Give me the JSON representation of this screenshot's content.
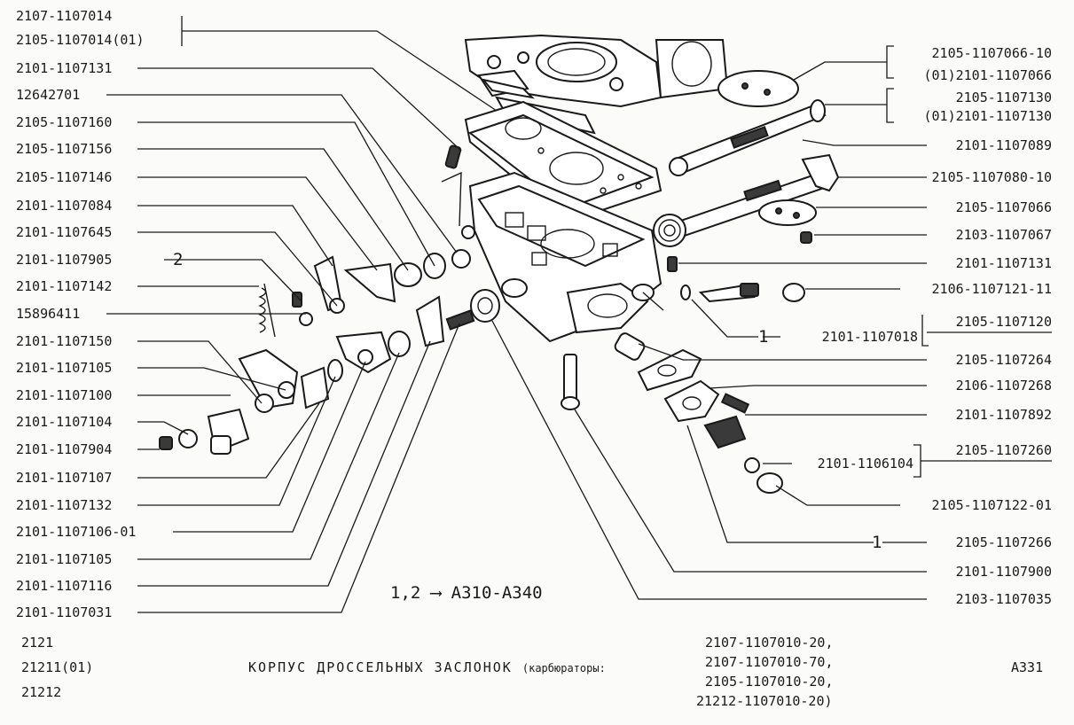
{
  "title": {
    "main": "КОРПУС ДРОССЕЛЬНЫХ ЗАСЛОНОК",
    "sub": "(карбюраторы:",
    "carburetors": [
      "2107-1107010-20,",
      "2107-1107010-70,",
      "2105-1107010-20,",
      "21212-1107010-20)"
    ]
  },
  "models": [
    "2121",
    "21211(01)",
    "21212"
  ],
  "sheet": "А331",
  "reference": "1,2 ⟶ А310-А340",
  "left_labels": [
    "2107-1107014",
    "2105-1107014(01)",
    "2101-1107131",
    "12642701",
    "2105-1107160",
    "2105-1107156",
    "2105-1107146",
    "2101-1107084",
    "2101-1107645",
    "2101-1107905",
    "2101-1107142",
    "15896411",
    "2101-1107150",
    "2101-1107105",
    "2101-1107100",
    "2101-1107104",
    "2101-1107904",
    "2101-1107107",
    "2101-1107132",
    "2101-1107106-01",
    "2101-1107105",
    "2101-1107116",
    "2101-1107031"
  ],
  "left_marker": "2",
  "right_labels": [
    "2105-1107066-10",
    "(01)2101-1107066",
    "2105-1107130",
    "(01)2101-1107130",
    "2101-1107089",
    "2105-1107080-10",
    "2105-1107066",
    "2103-1107067",
    "2101-1107131",
    "2106-1107121-11",
    "2105-1107120",
    "2101-1107018",
    "2105-1107264",
    "2106-1107268",
    "2101-1107892",
    "2105-1107260",
    "2101-1106104",
    "2105-1107122-01",
    "2105-1107266",
    "2101-1107900",
    "2103-1107035"
  ],
  "right_markers": [
    "1",
    "1"
  ]
}
